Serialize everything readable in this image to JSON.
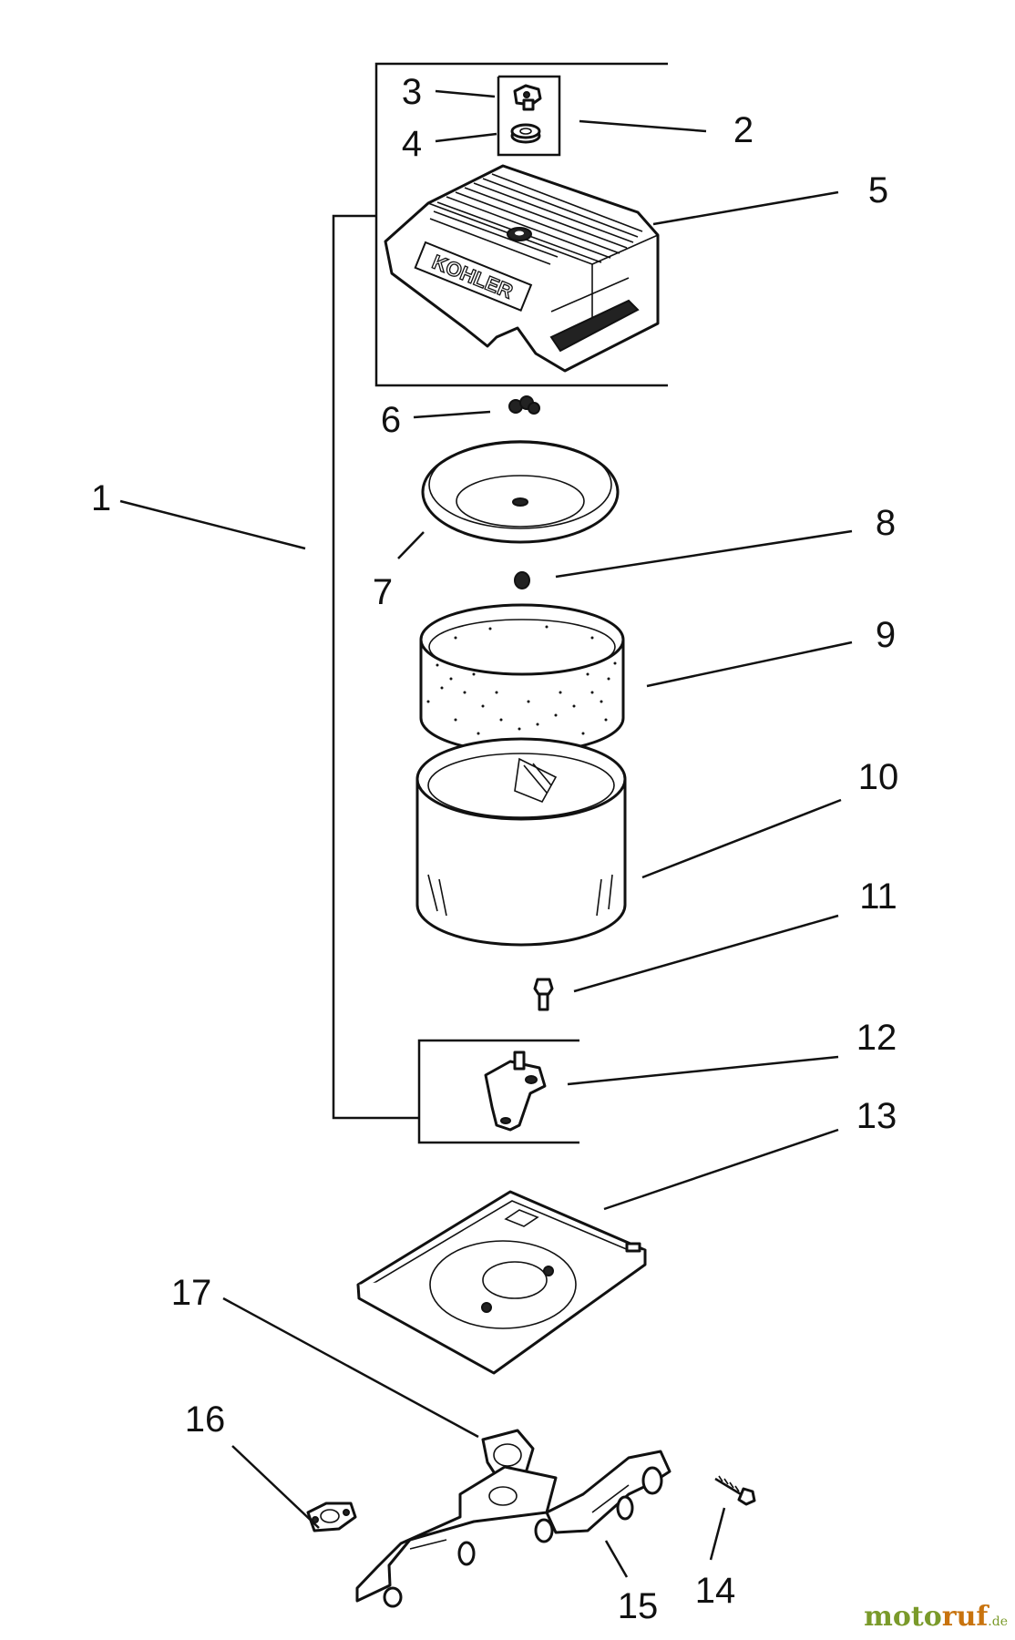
{
  "diagram": {
    "labels": [
      "1",
      "2",
      "3",
      "4",
      "5",
      "6",
      "7",
      "8",
      "9",
      "10",
      "11",
      "12",
      "13",
      "14",
      "15",
      "16",
      "17"
    ],
    "cover_brand": "KOHLER"
  },
  "watermark": {
    "part1": "moto",
    "part2": "ruf",
    "part3": ".de"
  }
}
